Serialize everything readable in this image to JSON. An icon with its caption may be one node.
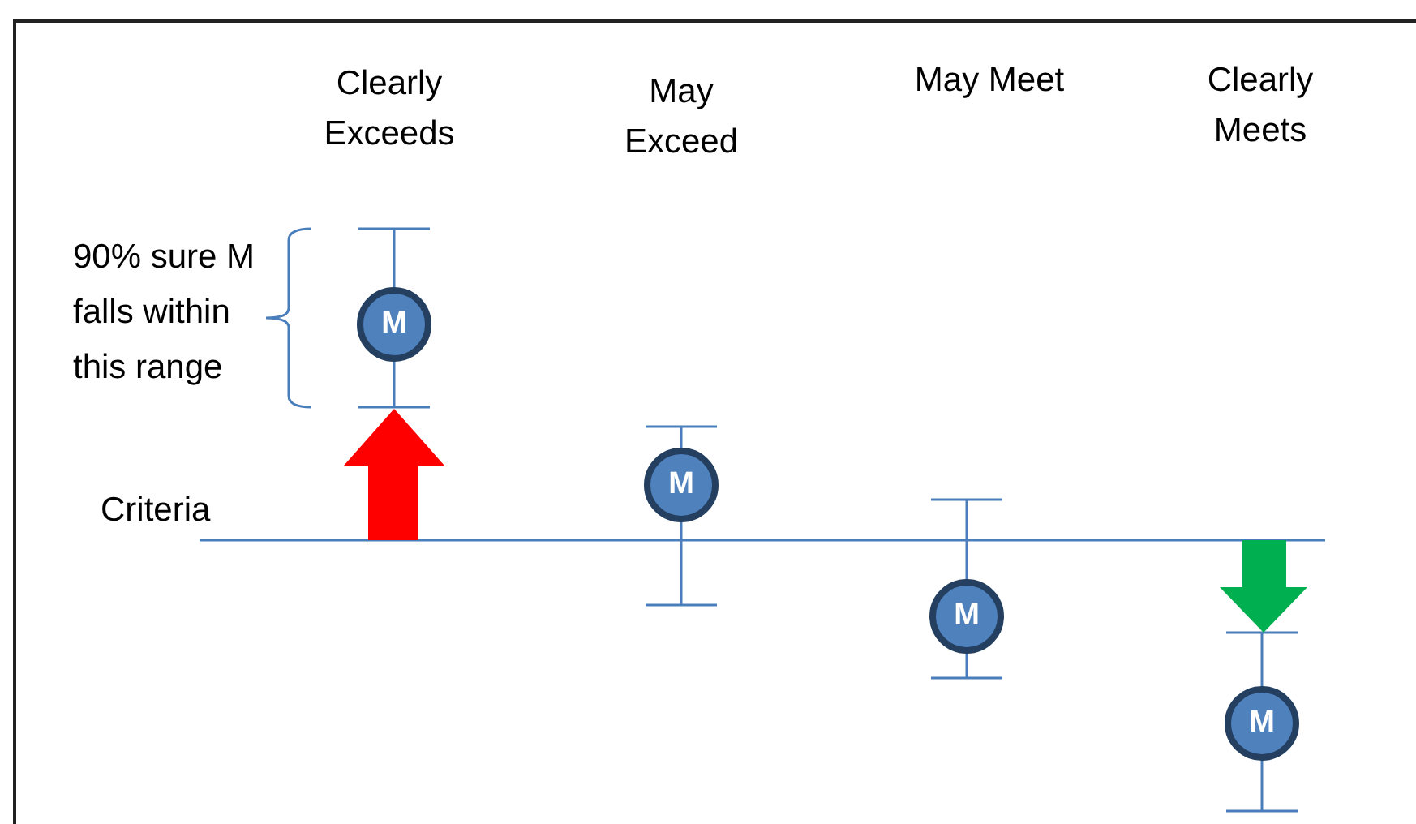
{
  "diagram": {
    "nodes": [
      {
        "text": [
          "M"
        ]
      },
      {
        "text": [
          "M"
        ]
      },
      {
        "text": [
          "M"
        ]
      },
      {
        "text": [
          "M"
        ]
      }
    ],
    "labels": [
      "Clearly Exceeds",
      "May Exceed",
      "May Meet",
      "Clearly Meets",
      "90% sure M falls within this range",
      "Criteria"
    ]
  }
}
